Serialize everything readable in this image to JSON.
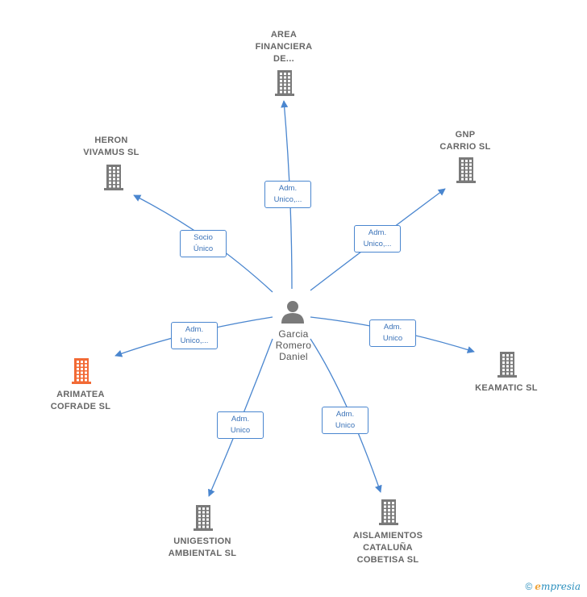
{
  "center": {
    "name": "Garcia\nRomero\nDaniel"
  },
  "nodes": [
    {
      "id": "area",
      "label": "AREA\nFINANCIERA\nDE...",
      "highlight": false
    },
    {
      "id": "gnp",
      "label": "GNP\nCARRIO  SL",
      "highlight": false
    },
    {
      "id": "heron",
      "label": "HERON\nVIVAMUS  SL",
      "highlight": false
    },
    {
      "id": "arimatea",
      "label": "ARIMATEA\nCOFRADE  SL",
      "highlight": true
    },
    {
      "id": "keamatic",
      "label": "KEAMATIC  SL",
      "highlight": false
    },
    {
      "id": "unigestion",
      "label": "UNIGESTION\nAMBIENTAL SL",
      "highlight": false
    },
    {
      "id": "aislamientos",
      "label": "AISLAMIENTOS\nCATALUÑA\nCOBETISA SL",
      "highlight": false
    }
  ],
  "edges": [
    {
      "to": "area",
      "label": "Adm.\nUnico,..."
    },
    {
      "to": "gnp",
      "label": "Adm.\nUnico,..."
    },
    {
      "to": "heron",
      "label": "Socio\nÚnico"
    },
    {
      "to": "arimatea",
      "label": "Adm.\nUnico,..."
    },
    {
      "to": "keamatic",
      "label": "Adm.\nUnico"
    },
    {
      "to": "unigestion",
      "label": "Adm.\nUnico"
    },
    {
      "to": "aislamientos",
      "label": "Adm.\nUnico"
    }
  ],
  "colors": {
    "edge": "#4a86cf",
    "building": "#7a7a7a",
    "building_highlight": "#f26a35",
    "person": "#7a7a7a"
  },
  "footer": {
    "copyright": "©",
    "brand_initial": "e",
    "brand_rest": "mpresia"
  }
}
